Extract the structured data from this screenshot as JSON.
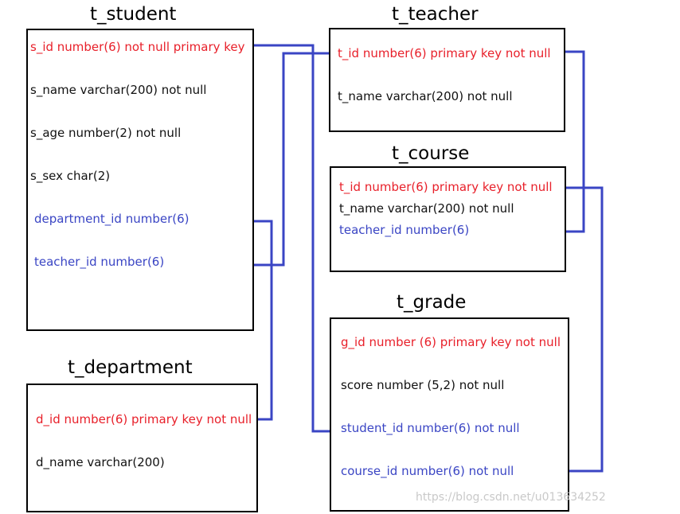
{
  "tables": {
    "student": {
      "title": "t_student",
      "fields": {
        "s_id": "s_id number(6) not null primary key",
        "s_name": "s_name varchar(200) not null",
        "s_age": "s_age number(2) not null",
        "s_sex": "s_sex char(2)",
        "department_id": "department_id number(6)",
        "teacher_id": "teacher_id number(6)"
      }
    },
    "teacher": {
      "title": "t_teacher",
      "fields": {
        "t_id": "t_id number(6) primary key not null",
        "t_name": "t_name varchar(200) not null"
      }
    },
    "course": {
      "title": "t_course",
      "fields": {
        "t_id": "t_id number(6) primary key not null",
        "t_name": "t_name varchar(200) not null",
        "teacher_id": "teacher_id number(6)"
      }
    },
    "department": {
      "title": "t_department",
      "fields": {
        "d_id": "d_id number(6) primary key not null",
        "d_name": "d_name varchar(200)"
      }
    },
    "grade": {
      "title": "t_grade",
      "fields": {
        "g_id": "g_id number (6) primary key not null",
        "score": "score number (5,2) not null",
        "student_id": "student_id number(6) not null",
        "course_id": "course_id number(6) not null"
      }
    }
  },
  "colors": {
    "primary_key": "#e8202a",
    "foreign_key": "#3a45c4",
    "text": "#111111",
    "border": "#000000"
  },
  "watermark": "https://blog.csdn.net/u013634252"
}
